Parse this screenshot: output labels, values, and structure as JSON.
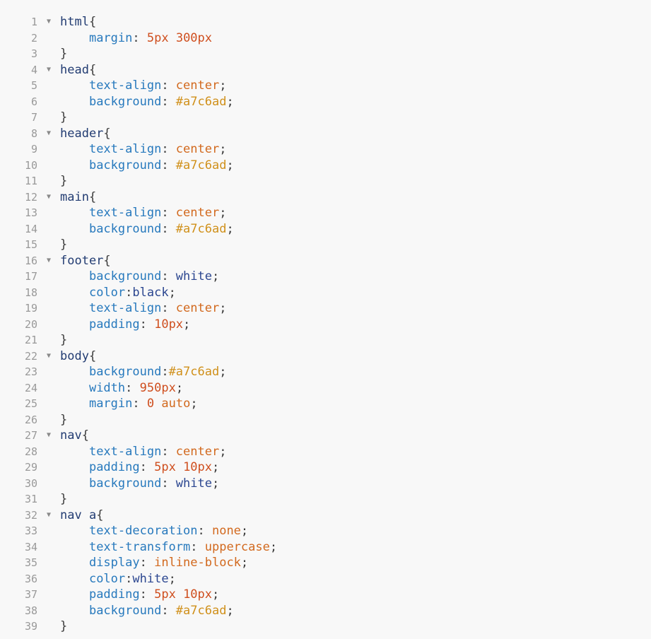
{
  "editor": {
    "background": "#f8f8f8",
    "fold_icon": "▼",
    "palette": {
      "sel": "#223c72",
      "prop": "#2779bd",
      "num": "#cf4f1f",
      "atom": "#d2691e",
      "hex": "#d0901a",
      "cname": "#2b4690",
      "punct": "#3b3b3b",
      "ws": "#3b3b3b",
      "line_number": "#999999",
      "fold_arrow": "#8a8a8a"
    },
    "lines": [
      {
        "n": 1,
        "fold": true,
        "t": [
          [
            "sel",
            "html"
          ],
          [
            "punct",
            "{"
          ]
        ]
      },
      {
        "n": 2,
        "t": [
          [
            "ws",
            "    "
          ],
          [
            "prop",
            "margin"
          ],
          [
            "punct",
            ": "
          ],
          [
            "num",
            "5px"
          ],
          [
            "ws",
            " "
          ],
          [
            "num",
            "300px"
          ]
        ]
      },
      {
        "n": 3,
        "t": [
          [
            "punct",
            "}"
          ]
        ]
      },
      {
        "n": 4,
        "fold": true,
        "t": [
          [
            "sel",
            "head"
          ],
          [
            "punct",
            "{"
          ]
        ]
      },
      {
        "n": 5,
        "t": [
          [
            "ws",
            "    "
          ],
          [
            "prop",
            "text-align"
          ],
          [
            "punct",
            ": "
          ],
          [
            "atom",
            "center"
          ],
          [
            "punct",
            ";"
          ]
        ]
      },
      {
        "n": 6,
        "t": [
          [
            "ws",
            "    "
          ],
          [
            "prop",
            "background"
          ],
          [
            "punct",
            ": "
          ],
          [
            "hex",
            "#a7c6ad"
          ],
          [
            "punct",
            ";"
          ]
        ]
      },
      {
        "n": 7,
        "t": [
          [
            "punct",
            "}"
          ]
        ]
      },
      {
        "n": 8,
        "fold": true,
        "t": [
          [
            "sel",
            "header"
          ],
          [
            "punct",
            "{"
          ]
        ]
      },
      {
        "n": 9,
        "t": [
          [
            "ws",
            "    "
          ],
          [
            "prop",
            "text-align"
          ],
          [
            "punct",
            ": "
          ],
          [
            "atom",
            "center"
          ],
          [
            "punct",
            ";"
          ]
        ]
      },
      {
        "n": 10,
        "t": [
          [
            "ws",
            "    "
          ],
          [
            "prop",
            "background"
          ],
          [
            "punct",
            ": "
          ],
          [
            "hex",
            "#a7c6ad"
          ],
          [
            "punct",
            ";"
          ]
        ]
      },
      {
        "n": 11,
        "t": [
          [
            "punct",
            "}"
          ]
        ]
      },
      {
        "n": 12,
        "fold": true,
        "t": [
          [
            "sel",
            "main"
          ],
          [
            "punct",
            "{"
          ]
        ]
      },
      {
        "n": 13,
        "t": [
          [
            "ws",
            "    "
          ],
          [
            "prop",
            "text-align"
          ],
          [
            "punct",
            ": "
          ],
          [
            "atom",
            "center"
          ],
          [
            "punct",
            ";"
          ]
        ]
      },
      {
        "n": 14,
        "t": [
          [
            "ws",
            "    "
          ],
          [
            "prop",
            "background"
          ],
          [
            "punct",
            ": "
          ],
          [
            "hex",
            "#a7c6ad"
          ],
          [
            "punct",
            ";"
          ]
        ]
      },
      {
        "n": 15,
        "t": [
          [
            "punct",
            "}"
          ]
        ]
      },
      {
        "n": 16,
        "fold": true,
        "t": [
          [
            "sel",
            "footer"
          ],
          [
            "punct",
            "{"
          ]
        ]
      },
      {
        "n": 17,
        "t": [
          [
            "ws",
            "    "
          ],
          [
            "prop",
            "background"
          ],
          [
            "punct",
            ": "
          ],
          [
            "cname",
            "white"
          ],
          [
            "punct",
            ";"
          ]
        ]
      },
      {
        "n": 18,
        "t": [
          [
            "ws",
            "    "
          ],
          [
            "prop",
            "color"
          ],
          [
            "punct",
            ":"
          ],
          [
            "cname",
            "black"
          ],
          [
            "punct",
            ";"
          ]
        ]
      },
      {
        "n": 19,
        "t": [
          [
            "ws",
            "    "
          ],
          [
            "prop",
            "text-align"
          ],
          [
            "punct",
            ": "
          ],
          [
            "atom",
            "center"
          ],
          [
            "punct",
            ";"
          ]
        ]
      },
      {
        "n": 20,
        "t": [
          [
            "ws",
            "    "
          ],
          [
            "prop",
            "padding"
          ],
          [
            "punct",
            ": "
          ],
          [
            "num",
            "10px"
          ],
          [
            "punct",
            ";"
          ]
        ]
      },
      {
        "n": 21,
        "t": [
          [
            "punct",
            "}"
          ]
        ]
      },
      {
        "n": 22,
        "fold": true,
        "t": [
          [
            "sel",
            "body"
          ],
          [
            "punct",
            "{"
          ]
        ]
      },
      {
        "n": 23,
        "t": [
          [
            "ws",
            "    "
          ],
          [
            "prop",
            "background"
          ],
          [
            "punct",
            ":"
          ],
          [
            "hex",
            "#a7c6ad"
          ],
          [
            "punct",
            ";"
          ]
        ]
      },
      {
        "n": 24,
        "t": [
          [
            "ws",
            "    "
          ],
          [
            "prop",
            "width"
          ],
          [
            "punct",
            ": "
          ],
          [
            "num",
            "950px"
          ],
          [
            "punct",
            ";"
          ]
        ]
      },
      {
        "n": 25,
        "t": [
          [
            "ws",
            "    "
          ],
          [
            "prop",
            "margin"
          ],
          [
            "punct",
            ": "
          ],
          [
            "num",
            "0"
          ],
          [
            "ws",
            " "
          ],
          [
            "atom",
            "auto"
          ],
          [
            "punct",
            ";"
          ]
        ]
      },
      {
        "n": 26,
        "t": [
          [
            "punct",
            "}"
          ]
        ]
      },
      {
        "n": 27,
        "fold": true,
        "t": [
          [
            "sel",
            "nav"
          ],
          [
            "punct",
            "{"
          ]
        ]
      },
      {
        "n": 28,
        "t": [
          [
            "ws",
            "    "
          ],
          [
            "prop",
            "text-align"
          ],
          [
            "punct",
            ": "
          ],
          [
            "atom",
            "center"
          ],
          [
            "punct",
            ";"
          ]
        ]
      },
      {
        "n": 29,
        "t": [
          [
            "ws",
            "    "
          ],
          [
            "prop",
            "padding"
          ],
          [
            "punct",
            ": "
          ],
          [
            "num",
            "5px"
          ],
          [
            "ws",
            " "
          ],
          [
            "num",
            "10px"
          ],
          [
            "punct",
            ";"
          ]
        ]
      },
      {
        "n": 30,
        "t": [
          [
            "ws",
            "    "
          ],
          [
            "prop",
            "background"
          ],
          [
            "punct",
            ": "
          ],
          [
            "cname",
            "white"
          ],
          [
            "punct",
            ";"
          ]
        ]
      },
      {
        "n": 31,
        "t": [
          [
            "punct",
            "}"
          ]
        ]
      },
      {
        "n": 32,
        "fold": true,
        "t": [
          [
            "sel",
            "nav a"
          ],
          [
            "punct",
            "{"
          ]
        ]
      },
      {
        "n": 33,
        "t": [
          [
            "ws",
            "    "
          ],
          [
            "prop",
            "text-decoration"
          ],
          [
            "punct",
            ": "
          ],
          [
            "atom",
            "none"
          ],
          [
            "punct",
            ";"
          ]
        ]
      },
      {
        "n": 34,
        "t": [
          [
            "ws",
            "    "
          ],
          [
            "prop",
            "text-transform"
          ],
          [
            "punct",
            ": "
          ],
          [
            "atom",
            "uppercase"
          ],
          [
            "punct",
            ";"
          ]
        ]
      },
      {
        "n": 35,
        "t": [
          [
            "ws",
            "    "
          ],
          [
            "prop",
            "display"
          ],
          [
            "punct",
            ": "
          ],
          [
            "atom",
            "inline-block"
          ],
          [
            "punct",
            ";"
          ]
        ]
      },
      {
        "n": 36,
        "t": [
          [
            "ws",
            "    "
          ],
          [
            "prop",
            "color"
          ],
          [
            "punct",
            ":"
          ],
          [
            "cname",
            "white"
          ],
          [
            "punct",
            ";"
          ]
        ]
      },
      {
        "n": 37,
        "t": [
          [
            "ws",
            "    "
          ],
          [
            "prop",
            "padding"
          ],
          [
            "punct",
            ": "
          ],
          [
            "num",
            "5px"
          ],
          [
            "ws",
            " "
          ],
          [
            "num",
            "10px"
          ],
          [
            "punct",
            ";"
          ]
        ]
      },
      {
        "n": 38,
        "t": [
          [
            "ws",
            "    "
          ],
          [
            "prop",
            "background"
          ],
          [
            "punct",
            ": "
          ],
          [
            "hex",
            "#a7c6ad"
          ],
          [
            "punct",
            ";"
          ]
        ]
      },
      {
        "n": 39,
        "t": [
          [
            "punct",
            "}"
          ]
        ]
      }
    ]
  }
}
